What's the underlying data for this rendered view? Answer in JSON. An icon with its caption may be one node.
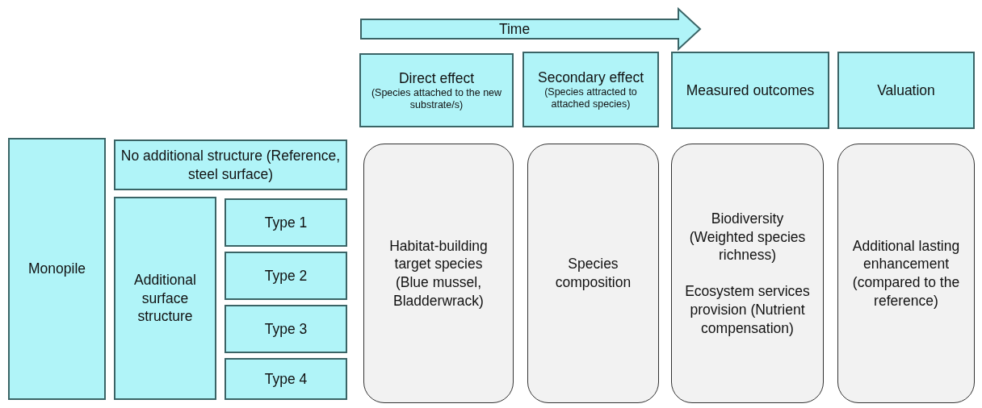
{
  "diagram": {
    "nodes": [
      {
        "text": [
          "Time"
        ]
      },
      {
        "text": [
          "Direct effect",
          "(Species attached to the new substrate/s)"
        ]
      },
      {
        "text": [
          "Secondary effect",
          "(Species attracted to attached species)"
        ]
      },
      {
        "text": [
          "Measured outcomes"
        ]
      },
      {
        "text": [
          "Valuation"
        ]
      },
      {
        "text": [
          "Monopile"
        ]
      },
      {
        "text": [
          "No additional structure (Reference, steel surface)"
        ]
      },
      {
        "text": [
          "Additional surface structure"
        ]
      },
      {
        "text": [
          "Type 1"
        ]
      },
      {
        "text": [
          "Type 2"
        ]
      },
      {
        "text": [
          "Type 3"
        ]
      },
      {
        "text": [
          "Type 4"
        ]
      },
      {
        "text": [
          "Habitat-building target species (Blue mussel, Bladderwrack)"
        ]
      },
      {
        "text": [
          "Species composition"
        ]
      },
      {
        "text": [
          "Biodiversity (Weighted species richness)",
          "Ecosystem services provision (Nutrient compensation)"
        ]
      },
      {
        "text": [
          "Additional lasting enhancement (compared to the reference)"
        ]
      }
    ]
  }
}
